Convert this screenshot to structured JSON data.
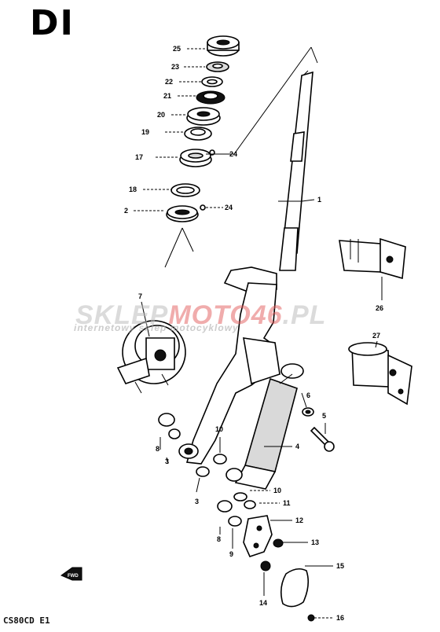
{
  "header": {
    "section_code": "DI"
  },
  "footer": {
    "model_code": "CS80CD E1",
    "fwd_label": "FWD"
  },
  "watermark": {
    "brand_part1": "SKLEP",
    "brand_part2": "MOTO46",
    "brand_part3": ".PL",
    "tagline": "internetowy sklep motocyklowy"
  },
  "callouts": [
    {
      "key": "c25",
      "text": "25"
    },
    {
      "key": "c23",
      "text": "23"
    },
    {
      "key": "c22",
      "text": "22"
    },
    {
      "key": "c21",
      "text": "21"
    },
    {
      "key": "c20",
      "text": "20"
    },
    {
      "key": "c19",
      "text": "19"
    },
    {
      "key": "c17",
      "text": "17"
    },
    {
      "key": "c24a",
      "text": "24"
    },
    {
      "key": "c18",
      "text": "18"
    },
    {
      "key": "c2",
      "text": "2"
    },
    {
      "key": "c24b",
      "text": "24"
    },
    {
      "key": "c1",
      "text": "1"
    },
    {
      "key": "c7",
      "text": "7"
    },
    {
      "key": "c26",
      "text": "26"
    },
    {
      "key": "c27",
      "text": "27"
    },
    {
      "key": "c6",
      "text": "6"
    },
    {
      "key": "c5",
      "text": "5"
    },
    {
      "key": "c4",
      "text": "4"
    },
    {
      "key": "c10a",
      "text": "10"
    },
    {
      "key": "c8a",
      "text": "8"
    },
    {
      "key": "c3a",
      "text": "3"
    },
    {
      "key": "c3b",
      "text": "3"
    },
    {
      "key": "c10b",
      "text": "10"
    },
    {
      "key": "c11",
      "text": "11"
    },
    {
      "key": "c12",
      "text": "12"
    },
    {
      "key": "c8b",
      "text": "8"
    },
    {
      "key": "c9",
      "text": "9"
    },
    {
      "key": "c13",
      "text": "13"
    },
    {
      "key": "c15",
      "text": "15"
    },
    {
      "key": "c14",
      "text": "14"
    },
    {
      "key": "c16",
      "text": "16"
    }
  ]
}
